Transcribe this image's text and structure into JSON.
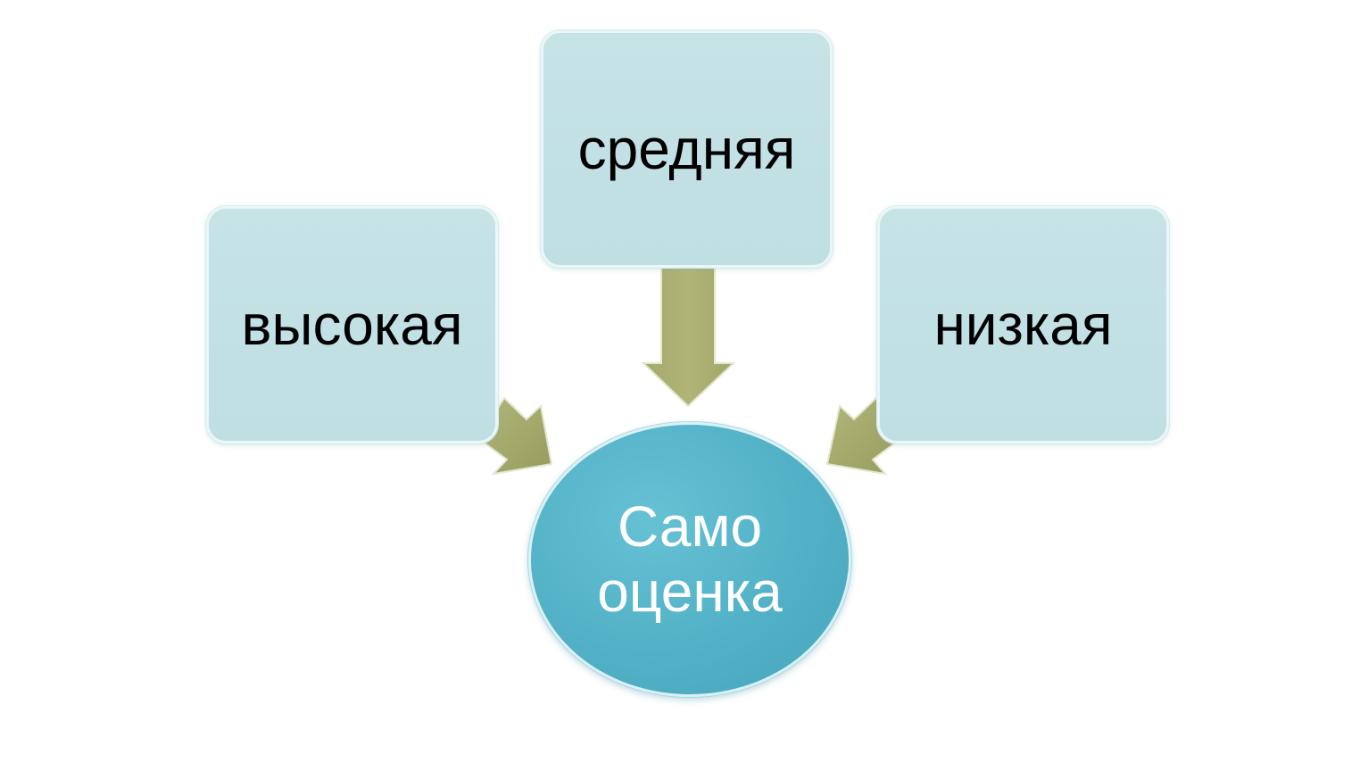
{
  "diagram": {
    "nodes": {
      "left": "высокая",
      "top": "средняя",
      "right": "низкая"
    },
    "center": {
      "line1": "Само",
      "line2": "оценка"
    },
    "colors": {
      "box_fill": "#c2e1e5",
      "circle_fill": "#55b4c9",
      "arrow_fill": "#a3a86a",
      "box_text": "#000000",
      "circle_text": "#ffffff"
    },
    "edges": [
      {
        "from": "left",
        "to": "center"
      },
      {
        "from": "top",
        "to": "center"
      },
      {
        "from": "right",
        "to": "center"
      }
    ]
  }
}
